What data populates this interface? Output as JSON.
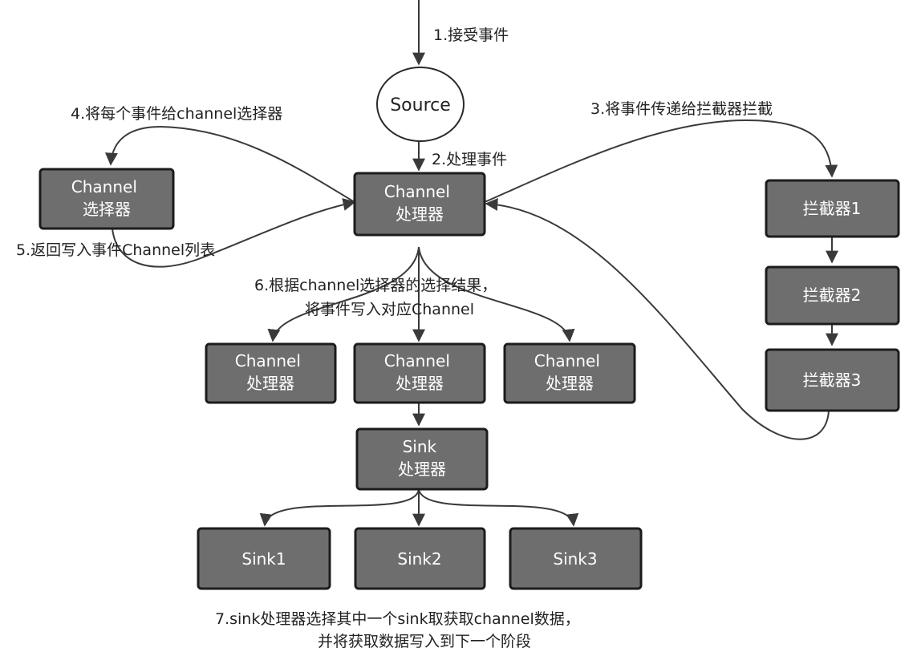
{
  "colors": {
    "box_fill": "#6e6e6e",
    "box_stroke": "#1c1c1c",
    "box_text": "#ffffff",
    "edge": "#3a3a3a",
    "label_text": "#222222"
  },
  "nodes": {
    "source": {
      "label": "Source"
    },
    "channel_selector": {
      "lines": [
        "Channel",
        "选择器"
      ]
    },
    "channel_processor_main": {
      "lines": [
        "Channel",
        "处理器"
      ]
    },
    "interceptor_1": {
      "lines": [
        "拦截器1"
      ]
    },
    "interceptor_2": {
      "lines": [
        "拦截器2"
      ]
    },
    "interceptor_3": {
      "lines": [
        "拦截器3"
      ]
    },
    "channel_processor_left": {
      "lines": [
        "Channel",
        "处理器"
      ]
    },
    "channel_processor_mid": {
      "lines": [
        "Channel",
        "处理器"
      ]
    },
    "channel_processor_right": {
      "lines": [
        "Channel",
        "处理器"
      ]
    },
    "sink_processor": {
      "lines": [
        "Sink",
        "处理器"
      ]
    },
    "sink_1": {
      "lines": [
        "Sink1"
      ]
    },
    "sink_2": {
      "lines": [
        "Sink2"
      ]
    },
    "sink_3": {
      "lines": [
        "Sink3"
      ]
    }
  },
  "labels": {
    "step1": "1.接受事件",
    "step2": "2.处理事件",
    "step3": "3.将事件传递给拦截器拦截",
    "step4": "4.将每个事件给channel选择器",
    "step5": "5.返回写入事件Channel列表",
    "step6_line1": "6.根据channel选择器的选择结果，",
    "step6_line2": "将事件写入对应Channel",
    "step7_line1": "7.sink处理器选择其中一个sink取获取channel数据，",
    "step7_line2": "并将获取数据写入到下一个阶段"
  }
}
